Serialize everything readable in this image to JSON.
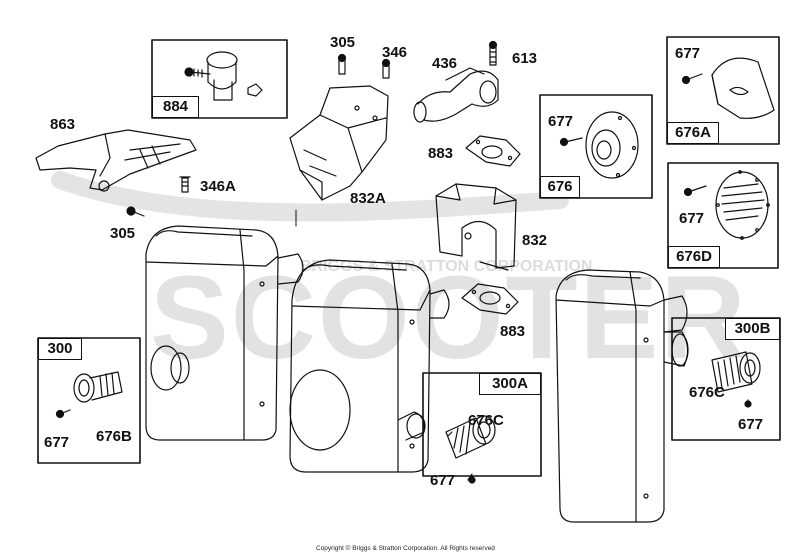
{
  "watermark": {
    "main": "SCOOTER",
    "sub": "BRIGGS & STRATTON CORPORATION"
  },
  "copyright": "Copyright © Briggs & Stratton Corporation. All Rights reserved",
  "boxes": {
    "b884": "884",
    "b676": "676",
    "b676A": "676A",
    "b676D": "676D",
    "b300": "300",
    "b300A": "300A",
    "b300B": "300B"
  },
  "labels": {
    "l305top": "305",
    "l346": "346",
    "l436": "436",
    "l613": "613",
    "l863": "863",
    "l346A": "346A",
    "l305bot": "305",
    "l832A": "832A",
    "l883top": "883",
    "l832": "832",
    "l883bot": "883",
    "l677_676": "677",
    "l677_676A": "677",
    "l677_676D": "677",
    "l677_300": "677",
    "l676B": "676B",
    "l676C_A": "676C",
    "l677_300A": "677",
    "l676C_B": "676C",
    "l677_300B": "677"
  }
}
